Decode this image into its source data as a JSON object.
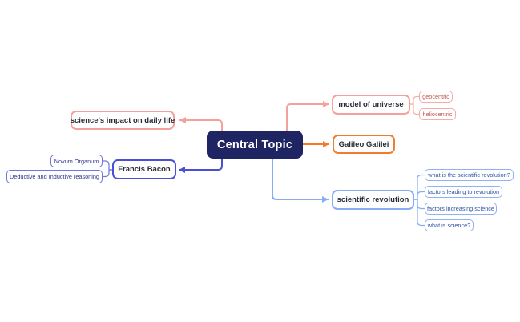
{
  "app": {
    "title": "Mind Map"
  },
  "colors": {
    "canvas": "#ffffff",
    "central_bg": "#1F2462",
    "central_text": "#ffffff",
    "salmon": "#F5A09B",
    "salmon_light": "#F6ADA8",
    "salmon_text": "#BE5650",
    "orange": "#EF7D2D",
    "indigo": "#4950D6",
    "indigo_light": "#7077E3",
    "indigo_text": "#2F3487",
    "blue": "#86ACF4",
    "blue_text": "#2E54A6",
    "main_text": "#272C35"
  },
  "central": {
    "label": "Central Topic"
  },
  "branches": {
    "science_impact": {
      "label": "science's impact on daily life"
    },
    "francis_bacon": {
      "label": "Francis Bacon",
      "children": {
        "novum": {
          "label": "Novum Organum"
        },
        "deductive": {
          "label": "Deductive and Inductive reasoning"
        }
      }
    },
    "model_universe": {
      "label": "model of universe",
      "children": {
        "geocentric": {
          "label": "geocentric"
        },
        "heliocentric": {
          "label": "heliocentric"
        }
      }
    },
    "galileo": {
      "label": "Galileo Galilei"
    },
    "scientific_revolution": {
      "label": "scientific revolution",
      "children": {
        "q1": {
          "label": "what is the scientific revolution?"
        },
        "q2": {
          "label": "factors leading to revolution"
        },
        "q3": {
          "label": "factors increasing science"
        },
        "q4": {
          "label": "what is science?"
        }
      }
    }
  }
}
